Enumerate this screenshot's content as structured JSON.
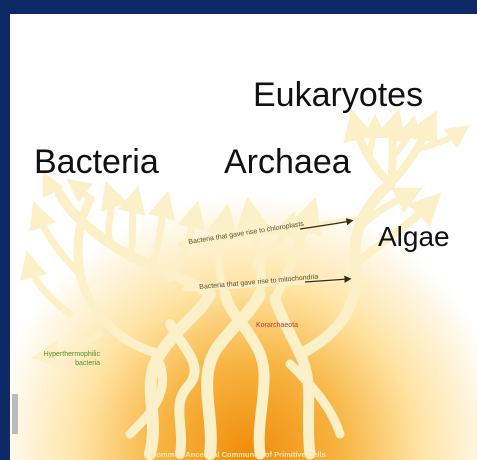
{
  "labels": {
    "eukaryotes": "Eukaryotes",
    "bacteria": "Bacteria",
    "archaea": "Archaea",
    "algae": "Algae",
    "chloroplasts": "Bacteria that gave rise to chloroplasts",
    "mitochondria": "Bacteria that gave rise to mitochondria",
    "korarchaeota": "Korarchaeota",
    "hyperthermophilic": "Hyperthermophilic bacteria",
    "base": "Common Ancestral Community of Primitive Cells"
  },
  "colors": {
    "frame": "#0d2a66",
    "branch": "#fbf0c8",
    "glow_core": "#f29a12",
    "glow_mid": "#ffd98a",
    "small_text": "#5a4a2a",
    "korarchaeota": "#c0392b",
    "hyperthermophilic": "#4f8f2a"
  }
}
